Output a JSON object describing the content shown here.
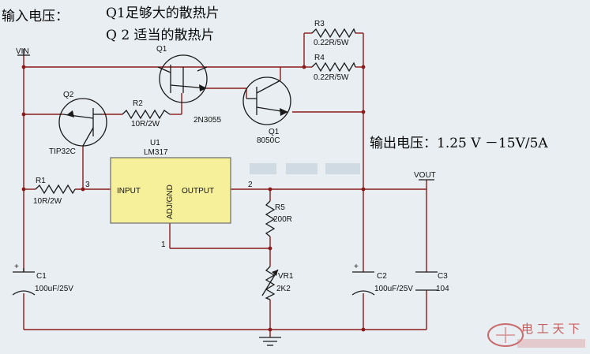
{
  "notes": {
    "input_label": "输入电压：",
    "q1_note": "Q1足够大的散热片",
    "q2_note": "Q 2 适当的散热片",
    "output_label": "输出电压：1.25 V －15V/5A"
  },
  "nets": {
    "vin": "VIN",
    "vout": "VOUT"
  },
  "components": {
    "q1_top": {
      "ref": "Q1",
      "part": "2N3055"
    },
    "q1_second": {
      "ref": "Q1",
      "part": "8050C"
    },
    "q2": {
      "ref": "Q2",
      "part": "TIP32C"
    },
    "u1": {
      "ref": "U1",
      "part": "LM317",
      "pin_input": "INPUT",
      "pin_output": "OUTPUT",
      "pin_adj": "ADJ/GND",
      "pin3": "3",
      "pin2": "2",
      "pin1": "1"
    },
    "r1": {
      "ref": "R1",
      "value": "10R/2W"
    },
    "r2": {
      "ref": "R2",
      "value": "10R/2W"
    },
    "r3": {
      "ref": "R3",
      "value": "0.22R/5W"
    },
    "r4": {
      "ref": "R4",
      "value": "0.22R/5W"
    },
    "r5": {
      "ref": "R5",
      "value": "200R"
    },
    "vr1": {
      "ref": "VR1",
      "value": "2K2"
    },
    "c1": {
      "ref": "C1",
      "value": "100uF/25V",
      "polarity": "+"
    },
    "c2": {
      "ref": "C2",
      "value": "100uF/25V",
      "polarity": "+"
    },
    "c3": {
      "ref": "C3",
      "value": "104"
    }
  },
  "watermark": {
    "title": "电 工 天 下"
  },
  "colors": {
    "wire": "#8b1a1a",
    "ic_fill": "#f7f09a",
    "background": "#e9eef2"
  }
}
